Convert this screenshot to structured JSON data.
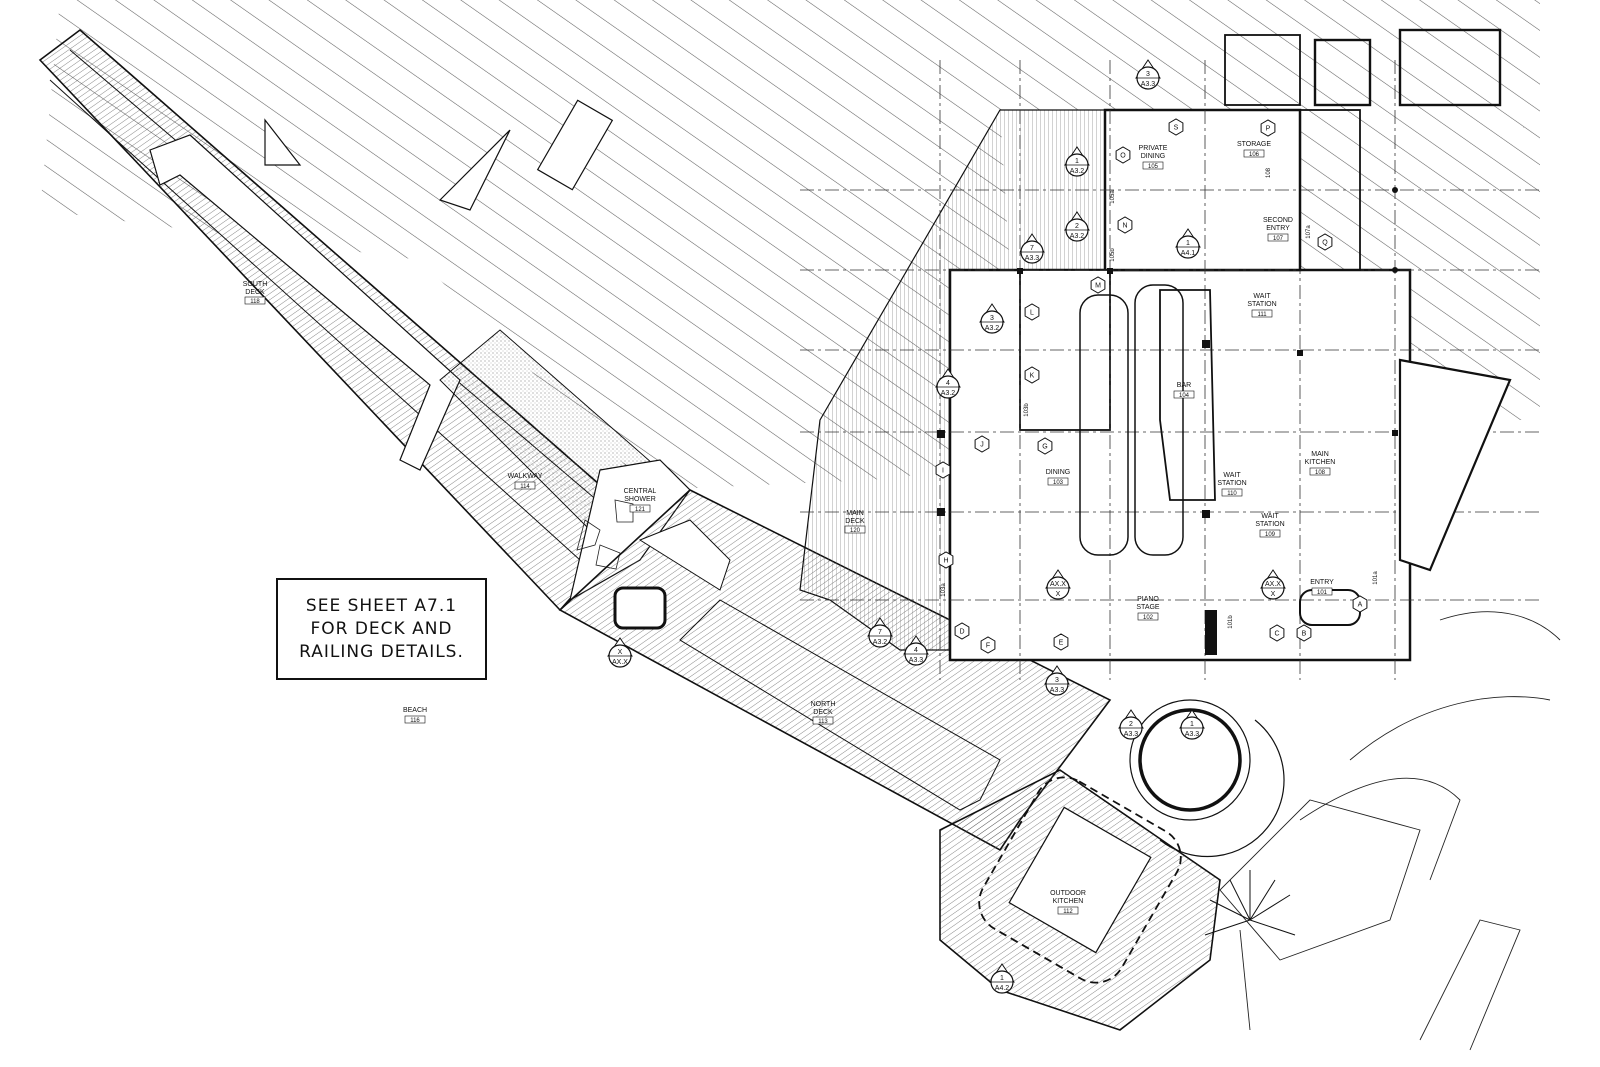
{
  "note": {
    "line1": "SEE SHEET A7.1",
    "line2": "FOR DECK AND",
    "line3": "RAILING DETAILS."
  },
  "rooms": {
    "south_deck": {
      "name1": "SOUTH",
      "name2": "DECK",
      "number": "118"
    },
    "walkway": {
      "name1": "WALKWAY",
      "number": "114"
    },
    "central_shower": {
      "name1": "CENTRAL",
      "name2": "SHOWER",
      "number": "121"
    },
    "main_deck": {
      "name1": "MAIN",
      "name2": "DECK",
      "number": "120"
    },
    "dining": {
      "name1": "DINING",
      "number": "103"
    },
    "private_dining": {
      "name1": "PRIVATE",
      "name2": "DINING",
      "number": "105"
    },
    "storage": {
      "name1": "STORAGE",
      "number": "106"
    },
    "second_entry": {
      "name1": "SECOND",
      "name2": "ENTRY",
      "number": "107"
    },
    "bar": {
      "name1": "BAR",
      "number": "104"
    },
    "wait_station_111": {
      "name1": "WAIT",
      "name2": "STATION",
      "number": "111"
    },
    "wait_station_110": {
      "name1": "WAIT",
      "name2": "STATION",
      "number": "110"
    },
    "wait_station_109": {
      "name1": "WAIT",
      "name2": "STATION",
      "number": "109"
    },
    "main_kitchen": {
      "name1": "MAIN",
      "name2": "KITCHEN",
      "number": "108"
    },
    "piano_stage": {
      "name1": "PIANO",
      "name2": "STAGE",
      "number": "102"
    },
    "entry": {
      "name1": "ENTRY",
      "number": "101"
    },
    "north_deck": {
      "name1": "NORTH",
      "name2": "DECK",
      "number": "113"
    },
    "outdoor_kitchen": {
      "name1": "OUTDOOR",
      "name2": "KITCHEN",
      "number": "112"
    },
    "beach": {
      "name1": "BEACH",
      "number": "116"
    }
  },
  "section_tags": [
    {
      "num": "3",
      "sheet": "A3.3"
    },
    {
      "num": "1",
      "sheet": "A3.2"
    },
    {
      "num": "2",
      "sheet": "A3.2"
    },
    {
      "num": "7",
      "sheet": "A3.3"
    },
    {
      "num": "1",
      "sheet": "A4.1"
    },
    {
      "num": "3",
      "sheet": "A3.2"
    },
    {
      "num": "4",
      "sheet": "A3.2"
    },
    {
      "num": "7",
      "sheet": "A3.2"
    },
    {
      "num": "4",
      "sheet": "A3.3"
    },
    {
      "num": "3",
      "sheet": "A3.3"
    },
    {
      "num": "2",
      "sheet": "A3.3"
    },
    {
      "num": "1",
      "sheet": "A3.3"
    },
    {
      "num": "1",
      "sheet": "A4.2"
    },
    {
      "num": "X",
      "sheet": "AX.X"
    },
    {
      "num": "AX.X",
      "sheet": "X"
    },
    {
      "num": "AX.X",
      "sheet": "X"
    }
  ],
  "door_tags": [
    "105a",
    "105b",
    "103b",
    "103a",
    "101b",
    "101a",
    "107a",
    "108"
  ],
  "elevation_letters": [
    "O",
    "S",
    "P",
    "N",
    "Q",
    "M",
    "L",
    "K",
    "J",
    "I",
    "H",
    "G",
    "F",
    "E",
    "D",
    "C",
    "B",
    "A"
  ],
  "colors": {
    "ink": "#111111",
    "paper": "#ffffff",
    "hatch": "#555555"
  }
}
